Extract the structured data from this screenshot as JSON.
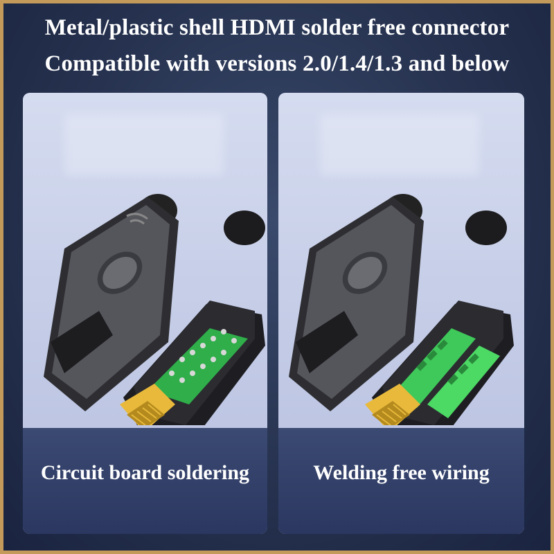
{
  "header": {
    "line1": "Metal/plastic shell HDMI solder free connector",
    "line2": "Compatible with versions 2.0/1.4/1.3 and below"
  },
  "panels": [
    {
      "caption": "Circuit board soldering",
      "board": "pcb"
    },
    {
      "caption": "Welding free wiring",
      "board": "terminal-block"
    }
  ],
  "colors": {
    "border": "#c49a5a",
    "background": "#26324f",
    "card": "#c9d1ea",
    "caption_band": "#334170",
    "pcb_green": "#2fae4a",
    "terminal_green": "#4cd964",
    "gold": "#e8b93a"
  }
}
